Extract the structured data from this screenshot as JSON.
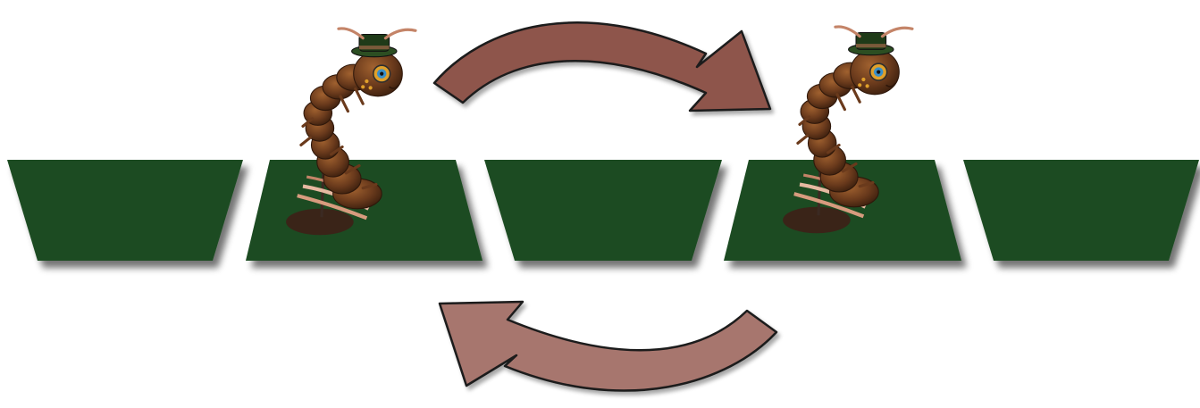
{
  "diagram": {
    "tiles": [
      {
        "id": "tile-1",
        "occupied": false
      },
      {
        "id": "tile-2",
        "occupied": true
      },
      {
        "id": "tile-3",
        "occupied": false
      },
      {
        "id": "tile-4",
        "occupied": true
      },
      {
        "id": "tile-5",
        "occupied": false
      }
    ],
    "arrows": [
      {
        "id": "arrow-forward",
        "direction": "left-to-right",
        "position": "top"
      },
      {
        "id": "arrow-backward",
        "direction": "right-to-left",
        "position": "bottom"
      }
    ],
    "colors": {
      "tile": "#1d4c22",
      "tile_shadow": "#8a8a8a",
      "arrow_top": "#8e544c",
      "arrow_bottom": "#a7766e",
      "arrow_stroke": "#1a1a1a",
      "creature_body": "#6a3a1c",
      "creature_hat": "#1f3a18"
    },
    "icons": {
      "creature": "caterpillar-creature-icon",
      "arrow": "curved-arrow-icon"
    }
  }
}
